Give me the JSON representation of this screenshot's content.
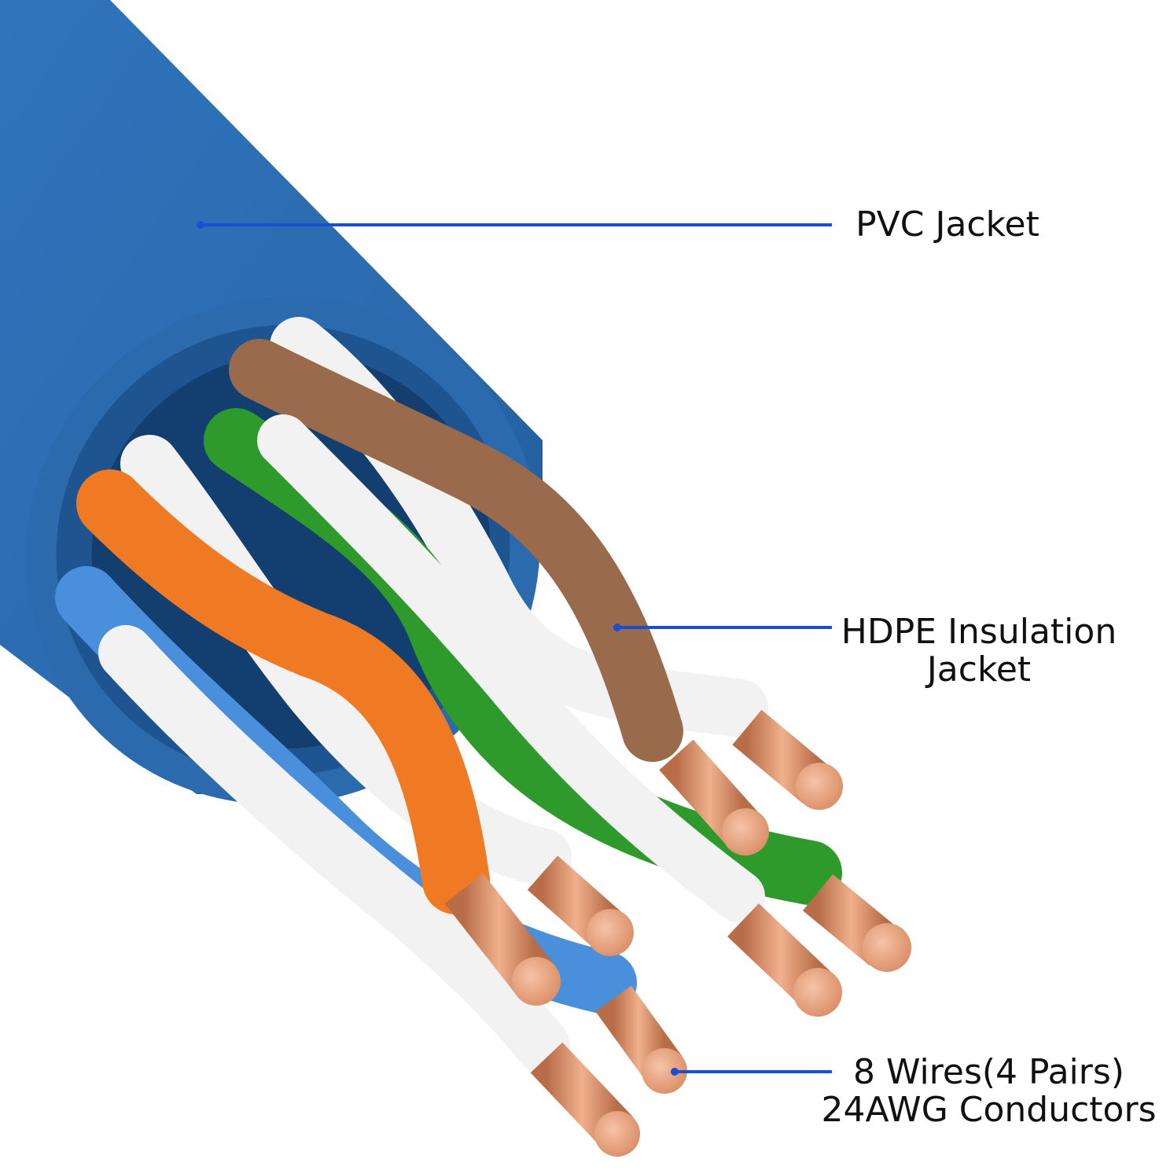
{
  "callouts": {
    "pvc": {
      "lines": [
        "PVC Jacket"
      ]
    },
    "hdpe": {
      "lines": [
        "HDPE Insulation",
        "Jacket"
      ]
    },
    "wires": {
      "lines": [
        "8 Wires(4 Pairs)",
        "24AWG Conductors"
      ]
    }
  },
  "colors": {
    "jacket": "#2e6fb5",
    "jacket_dark": "#1f5796",
    "leader_line": "#1a4fd1",
    "brown": "#9a6a4c",
    "green": "#2f9a2c",
    "orange": "#f07a24",
    "blue_wire": "#4a8fdc",
    "white_wire": "#f2f2f2",
    "copper": "#e9a07a",
    "copper_dark": "#b86c48"
  },
  "wires": [
    {
      "name": "white-brown",
      "color": "white_wire"
    },
    {
      "name": "brown",
      "color": "brown"
    },
    {
      "name": "white-green",
      "color": "white_wire"
    },
    {
      "name": "green",
      "color": "green"
    },
    {
      "name": "white-orange",
      "color": "white_wire"
    },
    {
      "name": "orange",
      "color": "orange"
    },
    {
      "name": "white-blue",
      "color": "white_wire"
    },
    {
      "name": "blue",
      "color": "blue_wire"
    }
  ]
}
